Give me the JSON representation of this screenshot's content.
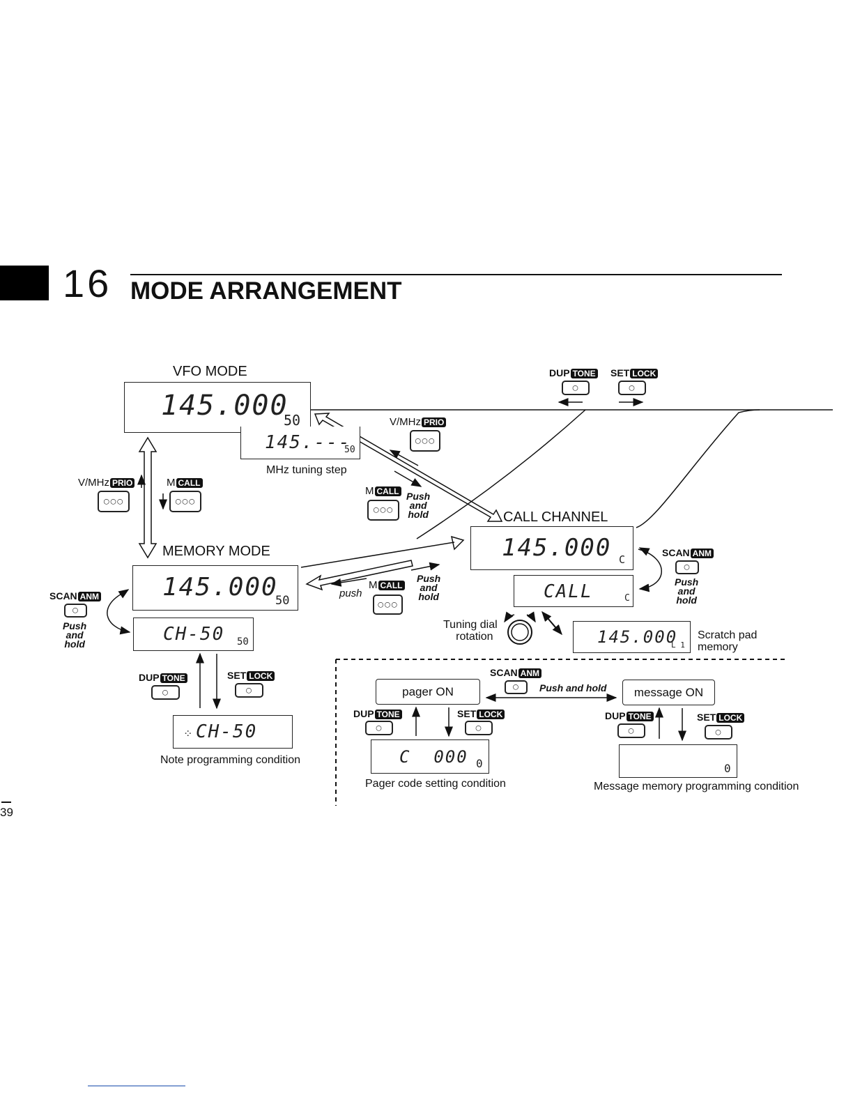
{
  "section_number": "16",
  "section_title": "MODE ARRANGEMENT",
  "page_number": "39",
  "labels": {
    "vfo_mode": "VFO MODE",
    "memory_mode": "MEMORY MODE",
    "call_channel": "CALL CHANNEL",
    "mhz_tuning_step": "MHz tuning step",
    "tuning_dial_line1": "Tuning dial",
    "tuning_dial_line2": "rotation",
    "scratch_pad_line1": "Scratch pad",
    "scratch_pad_line2": "memory",
    "note_programming": "Note programming condition",
    "pager_code_setting": "Pager code setting condition",
    "message_memory_programming": "Message memory programming condition",
    "pager_on": "pager ON",
    "message_on": "message ON",
    "push_and_hold_inline": "Push and hold",
    "push": "push",
    "push_hold": [
      "Push",
      "and",
      "hold"
    ]
  },
  "keys": {
    "vmhz": "V/MHz",
    "prio": "PRIO",
    "m": "M",
    "call": "CALL",
    "scan": "SCAN",
    "anm": "ANM",
    "dup": "DUP",
    "tone": "TONE",
    "set": "SET",
    "lock": "LOCK"
  },
  "displays": {
    "vfo_freq": "145.000",
    "vfo_sub": "50",
    "mhz_step": "145.---",
    "mhz_step_sub": "50",
    "memory_freq": "145.000",
    "memory_sub": "50",
    "memory_ch": "CH-50",
    "memory_ch_sub": "50",
    "note_ch": "CH-50",
    "call_freq": "145.000",
    "call_sub": "C",
    "call_text": "CALL",
    "call_text_sub": "C",
    "scratch_freq": "145.000",
    "scratch_sub": "L 1",
    "pager_code": "C  000",
    "blink_glyph": "0"
  }
}
